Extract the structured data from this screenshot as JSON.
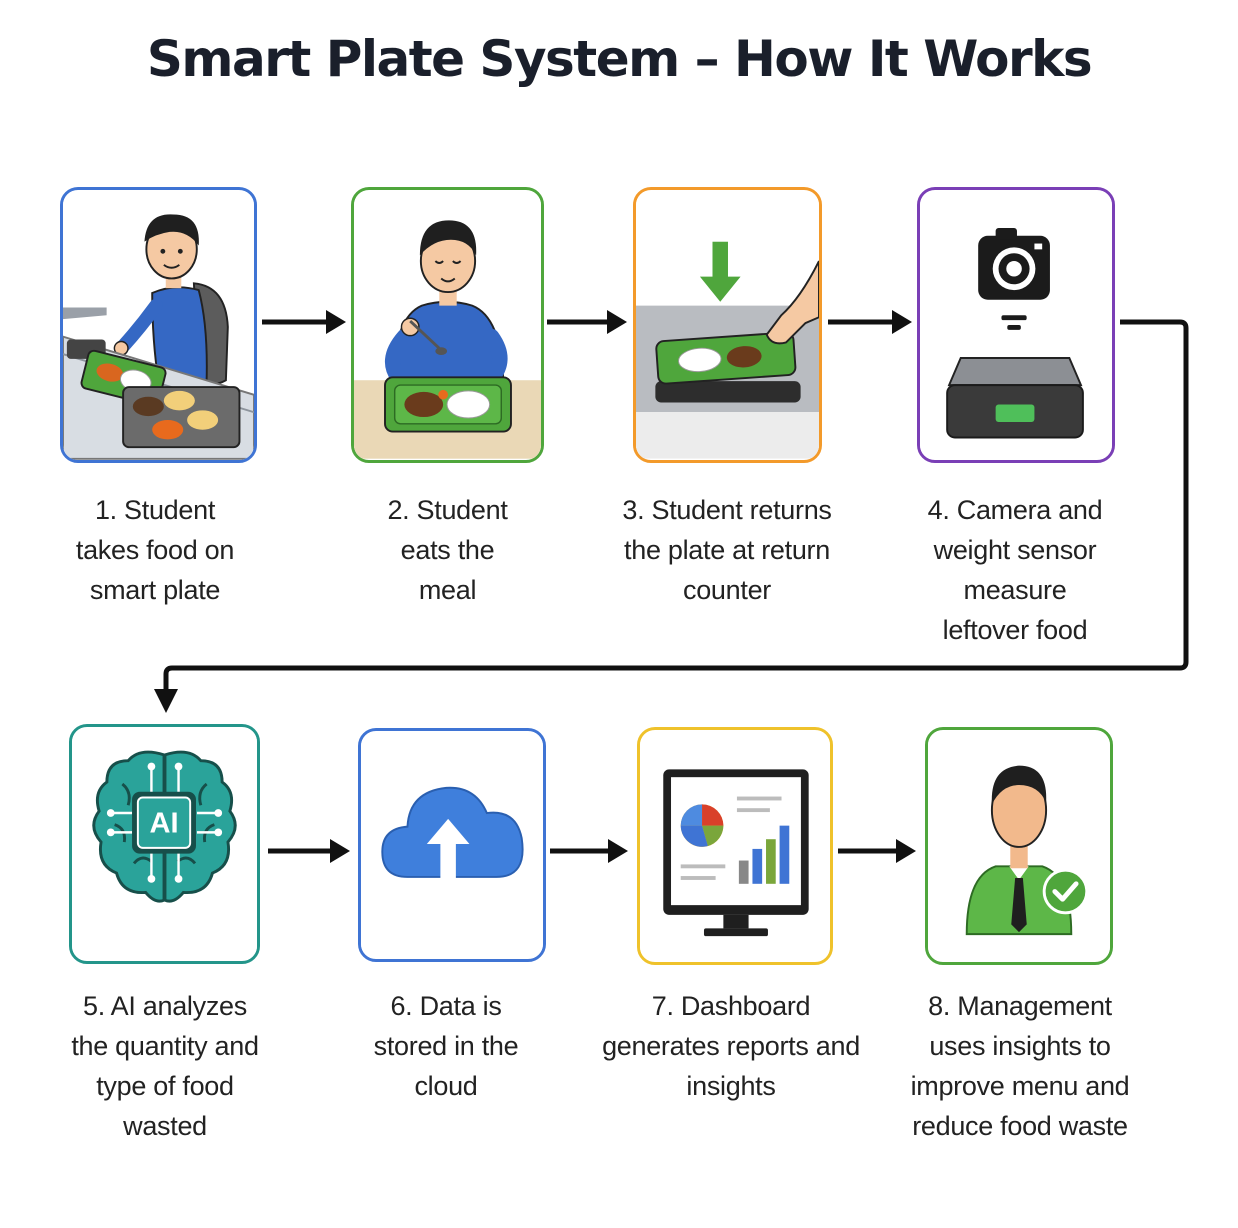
{
  "title": "Smart Plate System – How It Works",
  "colors": {
    "blue": "#3f74d4",
    "green": "#4fa63c",
    "orange": "#f39a2a",
    "purple": "#7a3fb6",
    "teal": "#23958a",
    "yellow": "#efc22b"
  },
  "steps": [
    {
      "caption": "1. Student takes food on smart plate",
      "icon": "student-serving-icon",
      "color": "#3f74d4"
    },
    {
      "caption": "2. Student eats the meal",
      "icon": "student-eating-icon",
      "color": "#4fa63c"
    },
    {
      "caption": "3. Student returns the plate at return counter",
      "icon": "plate-return-icon",
      "color": "#f39a2a"
    },
    {
      "caption": "4. Camera and weight sensor measure leftover food",
      "icon": "camera-scale-icon",
      "color": "#7a3fb6"
    },
    {
      "caption": "5. AI analyzes the quantity and type of food wasted",
      "icon": "ai-brain-icon",
      "color": "#23958a",
      "icon_label": "AI"
    },
    {
      "caption": "6. Data is stored in the cloud",
      "icon": "cloud-upload-icon",
      "color": "#3f74d4"
    },
    {
      "caption": "7. Dashboard generates reports and insights",
      "icon": "dashboard-monitor-icon",
      "color": "#efc22b"
    },
    {
      "caption": "8. Management uses insights to improve menu and reduce food waste",
      "icon": "manager-check-icon",
      "color": "#4fa63c"
    }
  ]
}
